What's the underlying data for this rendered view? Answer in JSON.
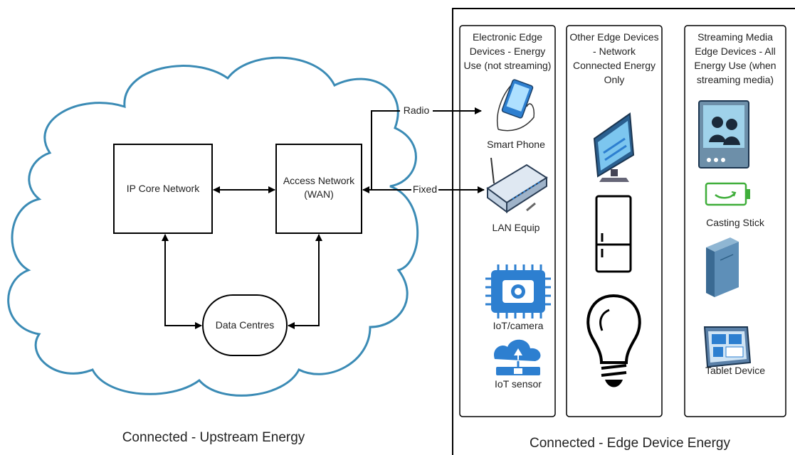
{
  "diagram": {
    "upstream": {
      "caption": "Connected - Upstream Energy",
      "ip_core": "IP Core Network",
      "access_network": [
        "Access Network",
        "(WAN)"
      ],
      "data_centres": "Data Centres"
    },
    "links": {
      "radio": "Radio",
      "fixed": "Fixed"
    },
    "edge": {
      "caption": "Connected - Edge Device Energy",
      "columns": [
        {
          "title": [
            "Electronic Edge",
            "Devices - Energy",
            "Use (not streaming)"
          ],
          "devices": [
            "Smart Phone",
            "LAN Equip",
            "IoT/camera",
            "IoT sensor"
          ]
        },
        {
          "title": [
            "Other Edge Devices",
            "- Network",
            "Connected Energy",
            "Only"
          ],
          "devices": [
            "monitor-icon",
            "fridge-icon",
            "lightbulb-icon"
          ]
        },
        {
          "title": [
            "Streaming Media",
            "Edge Devices - All",
            "Energy Use (when",
            "streaming media)"
          ],
          "devices": [
            "Casting Stick",
            "Tablet Device"
          ]
        }
      ]
    },
    "colors": {
      "cloud_stroke": "#3b8bb5",
      "icon_blue": "#2d7fd0",
      "casting_green": "#3fae3a",
      "line": "#000000"
    }
  }
}
